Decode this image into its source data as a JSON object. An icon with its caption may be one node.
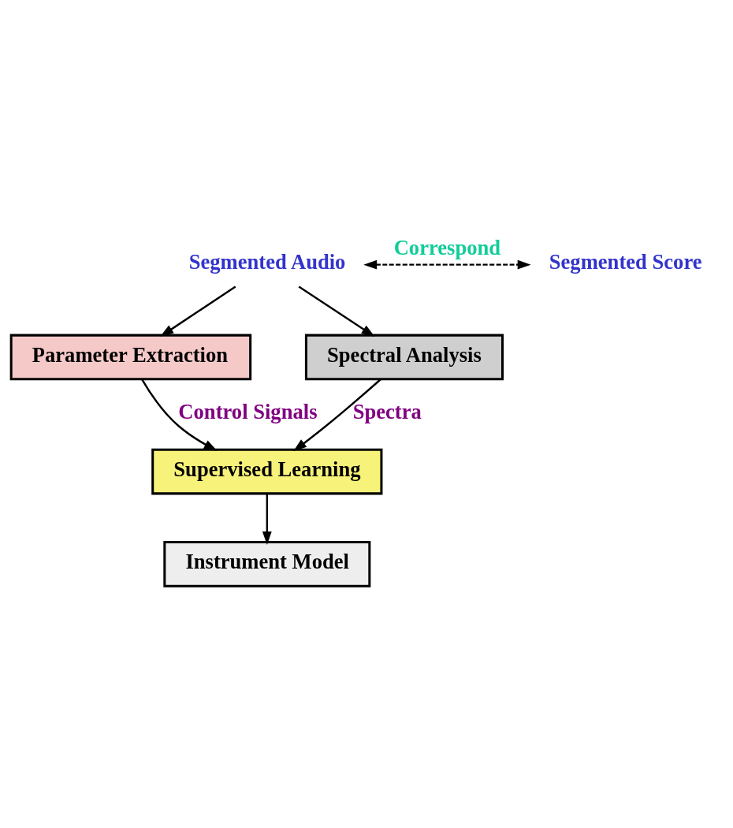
{
  "diagram": {
    "nodes": [
      {
        "text": [
          "Segmented Audio"
        ]
      },
      {
        "text": [
          "Segmented Score"
        ]
      },
      {
        "text": [
          "Parameter Extraction"
        ]
      },
      {
        "text": [
          "Spectral Analysis"
        ]
      },
      {
        "text": [
          "Supervised Learning"
        ]
      },
      {
        "text": [
          "Instrument Model"
        ]
      }
    ],
    "edges": [
      {
        "from": 0,
        "to": 1,
        "arrow": "both",
        "style": "dashed",
        "label": "Correspond"
      },
      {
        "from": 0,
        "to": 2,
        "arrow": "to"
      },
      {
        "from": 0,
        "to": 3,
        "arrow": "to"
      },
      {
        "from": 2,
        "to": 4,
        "arrow": "to",
        "label": "Control Signals"
      },
      {
        "from": 3,
        "to": 4,
        "arrow": "to",
        "label": "Spectra"
      },
      {
        "from": 4,
        "to": 5,
        "arrow": "to"
      }
    ]
  }
}
